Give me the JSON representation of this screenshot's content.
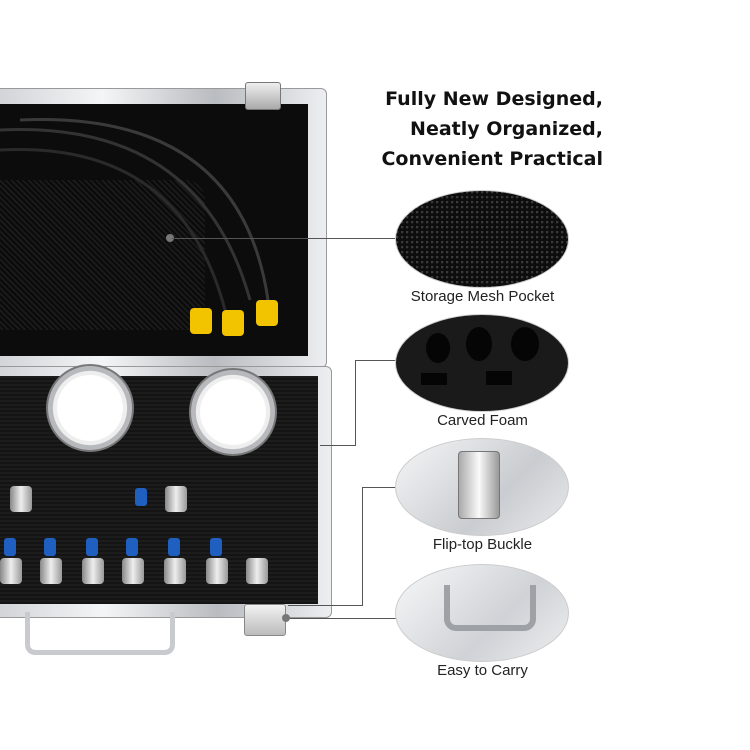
{
  "heading": {
    "line1": "Fully New Designed,",
    "line2": "Neatly Organized,",
    "line3": "Convenient Practical"
  },
  "features": [
    {
      "label": "Storage Mesh Pocket"
    },
    {
      "label": "Carved Foam"
    },
    {
      "label": "Flip-top Buckle"
    },
    {
      "label": "Easy to Carry"
    }
  ]
}
